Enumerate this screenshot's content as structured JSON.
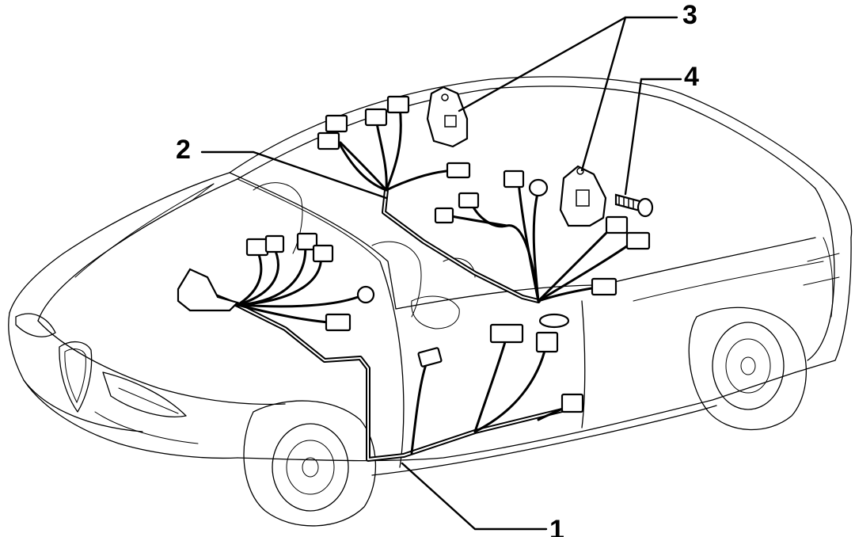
{
  "callouts": [
    {
      "id": "c1",
      "label": "1"
    },
    {
      "id": "c2",
      "label": "2"
    },
    {
      "id": "c3",
      "label": "3"
    },
    {
      "id": "c4",
      "label": "4"
    }
  ],
  "colors": {
    "line": "#000000",
    "background": "#ffffff"
  }
}
